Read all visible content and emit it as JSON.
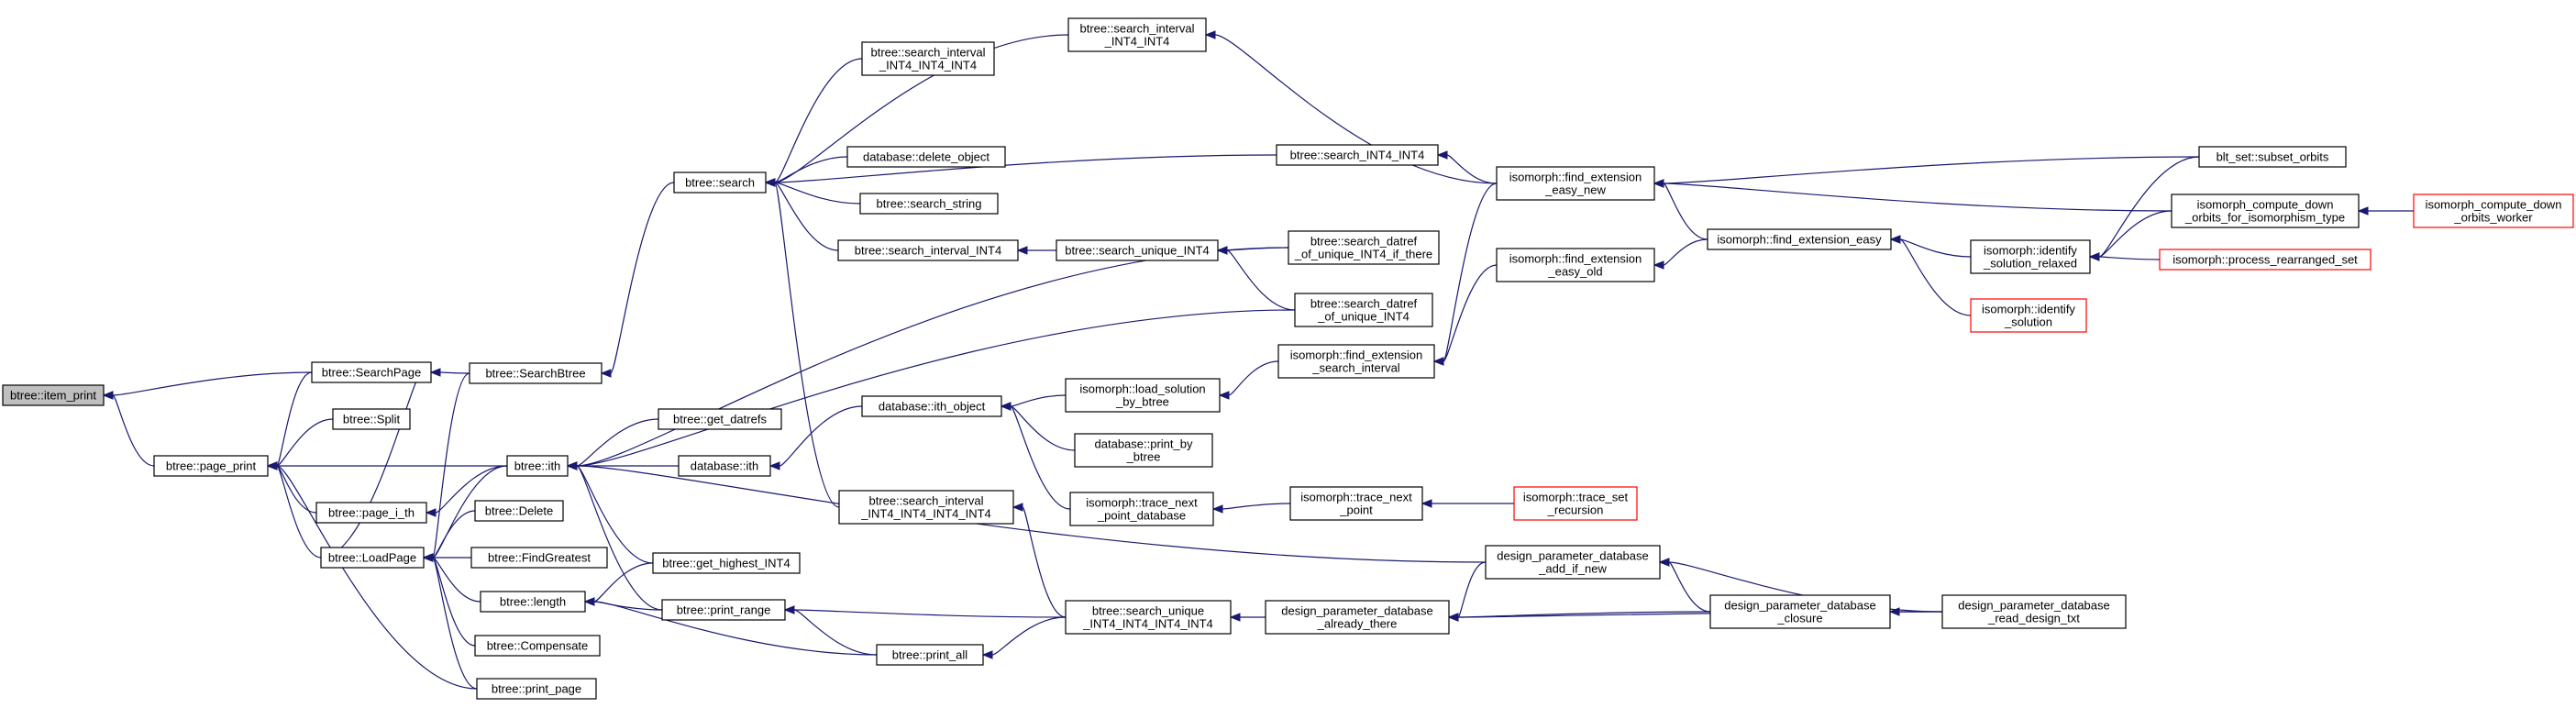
{
  "graph": {
    "edge_color": "#191970",
    "node_border": "#000000",
    "truncated_border": "#ff0000",
    "root_fill": "#bfbfbf",
    "nodes": [
      {
        "id": "item_print",
        "lines": [
          "btree::item_print"
        ],
        "root": true
      },
      {
        "id": "SearchPage",
        "lines": [
          "btree::SearchPage"
        ]
      },
      {
        "id": "page_print",
        "lines": [
          "btree::page_print"
        ]
      },
      {
        "id": "Split",
        "lines": [
          "btree::Split"
        ]
      },
      {
        "id": "page_i_th",
        "lines": [
          "btree::page_i_th"
        ]
      },
      {
        "id": "LoadPage",
        "lines": [
          "btree::LoadPage"
        ]
      },
      {
        "id": "print_page",
        "lines": [
          "btree::print_page"
        ]
      },
      {
        "id": "SearchBtree",
        "lines": [
          "btree::SearchBtree"
        ]
      },
      {
        "id": "ith",
        "lines": [
          "btree::ith"
        ]
      },
      {
        "id": "Delete",
        "lines": [
          "btree::Delete"
        ]
      },
      {
        "id": "FindGreatest",
        "lines": [
          "btree::FindGreatest"
        ]
      },
      {
        "id": "length",
        "lines": [
          "btree::length"
        ]
      },
      {
        "id": "Compensate",
        "lines": [
          "btree::Compensate"
        ]
      },
      {
        "id": "search",
        "lines": [
          "btree::search"
        ]
      },
      {
        "id": "get_datrefs",
        "lines": [
          "btree::get_datrefs"
        ]
      },
      {
        "id": "db_ith",
        "lines": [
          "database::ith"
        ]
      },
      {
        "id": "get_highest",
        "lines": [
          "btree::get_highest_INT4"
        ]
      },
      {
        "id": "print_range",
        "lines": [
          "btree::print_range"
        ]
      },
      {
        "id": "print_all",
        "lines": [
          "btree::print_all"
        ]
      },
      {
        "id": "s_int_4444",
        "lines": [
          "btree::search_interval",
          "_INT4_INT4_INT4"
        ]
      },
      {
        "id": "delete_object",
        "lines": [
          "database::delete_object"
        ]
      },
      {
        "id": "search_string",
        "lines": [
          "btree::search_string"
        ]
      },
      {
        "id": "search_interval_INT4",
        "lines": [
          "btree::search_interval_INT4"
        ]
      },
      {
        "id": "db_ith_object",
        "lines": [
          "database::ith_object"
        ]
      },
      {
        "id": "s_int_44444",
        "lines": [
          "btree::search_interval",
          "_INT4_INT4_INT4_INT4"
        ]
      },
      {
        "id": "s_int_44",
        "lines": [
          "btree::search_interval",
          "_INT4_INT4"
        ]
      },
      {
        "id": "search_INT4_INT4",
        "lines": [
          "btree::search_INT4_INT4"
        ]
      },
      {
        "id": "search_unique_INT4",
        "lines": [
          "btree::search_unique_INT4"
        ]
      },
      {
        "id": "load_solution",
        "lines": [
          "isomorph::load_solution",
          "_by_btree"
        ]
      },
      {
        "id": "print_by_btree",
        "lines": [
          "database::print_by",
          "_btree"
        ]
      },
      {
        "id": "trace_next_db",
        "lines": [
          "isomorph::trace_next",
          "_point_database"
        ]
      },
      {
        "id": "search_unique_4444",
        "lines": [
          "btree::search_unique",
          "_INT4_INT4_INT4_INT4"
        ]
      },
      {
        "id": "datref_if_there",
        "lines": [
          "btree::search_datref",
          "_of_unique_INT4_if_there"
        ]
      },
      {
        "id": "datref_unique",
        "lines": [
          "btree::search_datref",
          "_of_unique_INT4"
        ]
      },
      {
        "id": "find_ext_search_interval",
        "lines": [
          "isomorph::find_extension",
          "_search_interval"
        ]
      },
      {
        "id": "trace_next_point",
        "lines": [
          "isomorph::trace_next",
          "_point"
        ]
      },
      {
        "id": "dpd_already_there",
        "lines": [
          "design_parameter_database",
          "_already_there"
        ]
      },
      {
        "id": "find_ext_easy_new",
        "lines": [
          "isomorph::find_extension",
          "_easy_new"
        ]
      },
      {
        "id": "find_ext_easy_old",
        "lines": [
          "isomorph::find_extension",
          "_easy_old"
        ]
      },
      {
        "id": "trace_set_recursion",
        "lines": [
          "isomorph::trace_set",
          "_recursion"
        ],
        "truncated": true
      },
      {
        "id": "dpd_add_if_new",
        "lines": [
          "design_parameter_database",
          "_add_if_new"
        ]
      },
      {
        "id": "find_ext_easy",
        "lines": [
          "isomorph::find_extension_easy"
        ]
      },
      {
        "id": "dpd_closure",
        "lines": [
          "design_parameter_database",
          "_closure"
        ]
      },
      {
        "id": "identify_relaxed",
        "lines": [
          "isomorph::identify",
          "_solution_relaxed"
        ]
      },
      {
        "id": "identify_solution",
        "lines": [
          "isomorph::identify",
          "_solution"
        ],
        "truncated": true
      },
      {
        "id": "dpd_read_design",
        "lines": [
          "design_parameter_database",
          "_read_design_txt"
        ]
      },
      {
        "id": "subset_orbits",
        "lines": [
          "blt_set::subset_orbits"
        ]
      },
      {
        "id": "compute_down_orbits",
        "lines": [
          "isomorph_compute_down",
          "_orbits_for_isomorphism_type"
        ]
      },
      {
        "id": "process_rearranged",
        "lines": [
          "isomorph::process_rearranged_set"
        ],
        "truncated": true
      },
      {
        "id": "compute_down_worker",
        "lines": [
          "isomorph_compute_down",
          "_orbits_worker"
        ],
        "truncated": true
      }
    ]
  }
}
